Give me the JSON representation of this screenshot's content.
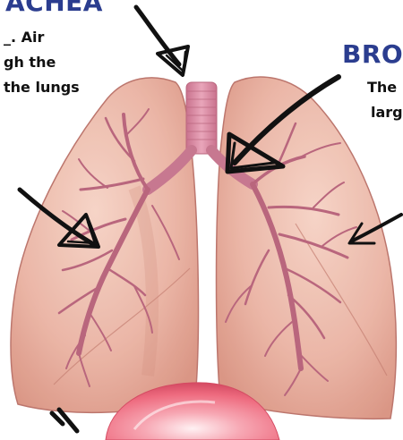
{
  "colors": {
    "accent": "#2b3d8f",
    "lung_fill": "#eab3a3",
    "lung_edge": "#b96f66",
    "trachea": "#d98aa3",
    "bronchi": "#b9667d",
    "arrow": "#111111",
    "heart": "#ee6b7f"
  },
  "labels": {
    "trachea_title": "ACHEA",
    "trachea_line1": "_. Air",
    "trachea_line2": "gh the",
    "trachea_line3": "the lungs",
    "bronchi_title": "BRO",
    "bronchi_line1": "The",
    "bronchi_line2": "larg"
  },
  "icons": {
    "arrow": "hand-drawn-arrow-icon",
    "heart": "heart-icon"
  }
}
